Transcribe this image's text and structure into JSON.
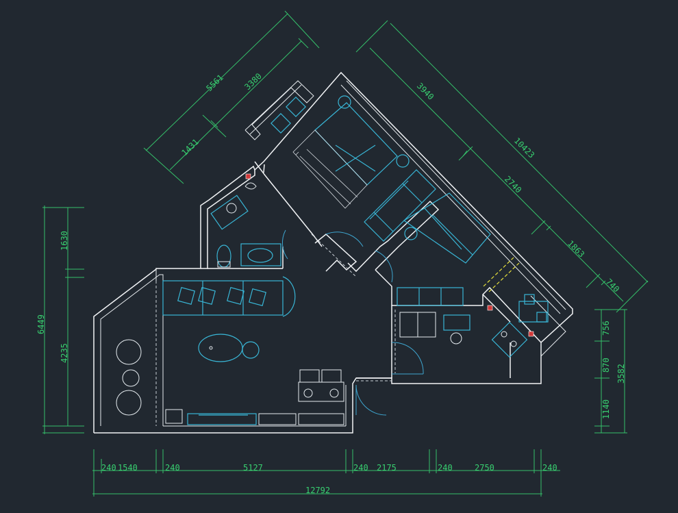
{
  "colors": {
    "background": "#212830",
    "walls": "#f2f4f6",
    "dimensions": "#38d070",
    "furniture": "#39b6d6",
    "accent_yellow": "#e8e23c",
    "marker_red": "#d23a3a"
  },
  "dimensions": {
    "bottom_chain": [
      "240",
      "1540",
      "240",
      "5127",
      "240",
      "2175",
      "240",
      "2750",
      "240"
    ],
    "bottom_total": "12792",
    "left_chain": [
      "1630",
      "4235"
    ],
    "left_total": "6449",
    "right_chain": [
      "756",
      "870",
      "1140"
    ],
    "right_total": "3582",
    "top_left_chain": [
      "1431",
      "3380"
    ],
    "top_left_total": "5561",
    "top_right_chain": [
      "3940",
      "2740",
      "1863",
      "740"
    ],
    "top_right_total": "10423"
  }
}
